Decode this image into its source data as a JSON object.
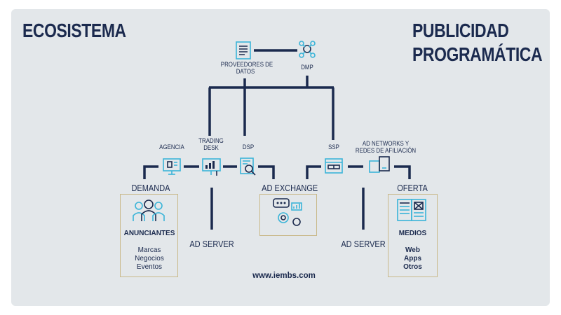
{
  "titles": {
    "left": "ECOSISTEMA",
    "right_line1": "PUBLICIDAD",
    "right_line2": "PROGRAMÁTICA"
  },
  "nodes": {
    "data_providers": [
      "PROVEEDORES DE",
      "DATOS"
    ],
    "dmp": "DMP",
    "agencia": "AGENCIA",
    "trading_desk": [
      "TRADING",
      "DESK"
    ],
    "dsp": "DSP",
    "ssp": "SSP",
    "ad_networks": [
      "AD NETWORKS Y",
      "REDES DE AFILIACIÓN"
    ],
    "demanda": "DEMANDA",
    "ad_exchange": "AD EXCHANGE",
    "oferta": "OFERTA",
    "ad_server_left": "AD SERVER",
    "ad_server_right": "AD SERVER"
  },
  "demand_box": {
    "heading": "ANUNCIANTES",
    "items": [
      "Marcas",
      "Negocios",
      "Eventos"
    ]
  },
  "supply_box": {
    "heading": "MEDIOS",
    "items": [
      "Web",
      "Apps",
      "Otros"
    ]
  },
  "footer": {
    "url": "www.iembs.com"
  },
  "colors": {
    "navy": "#1b2a4e",
    "cyan": "#3ab4d8",
    "card": "#e3e7ea",
    "box_border": "#c9b98a"
  },
  "icons": [
    "document-icon",
    "network-icon",
    "presentation-icon",
    "monitor-chart-icon",
    "search-report-icon",
    "browser-window-icon",
    "devices-icon",
    "people-group-icon",
    "gears-chat-icon",
    "newspaper-icon"
  ]
}
